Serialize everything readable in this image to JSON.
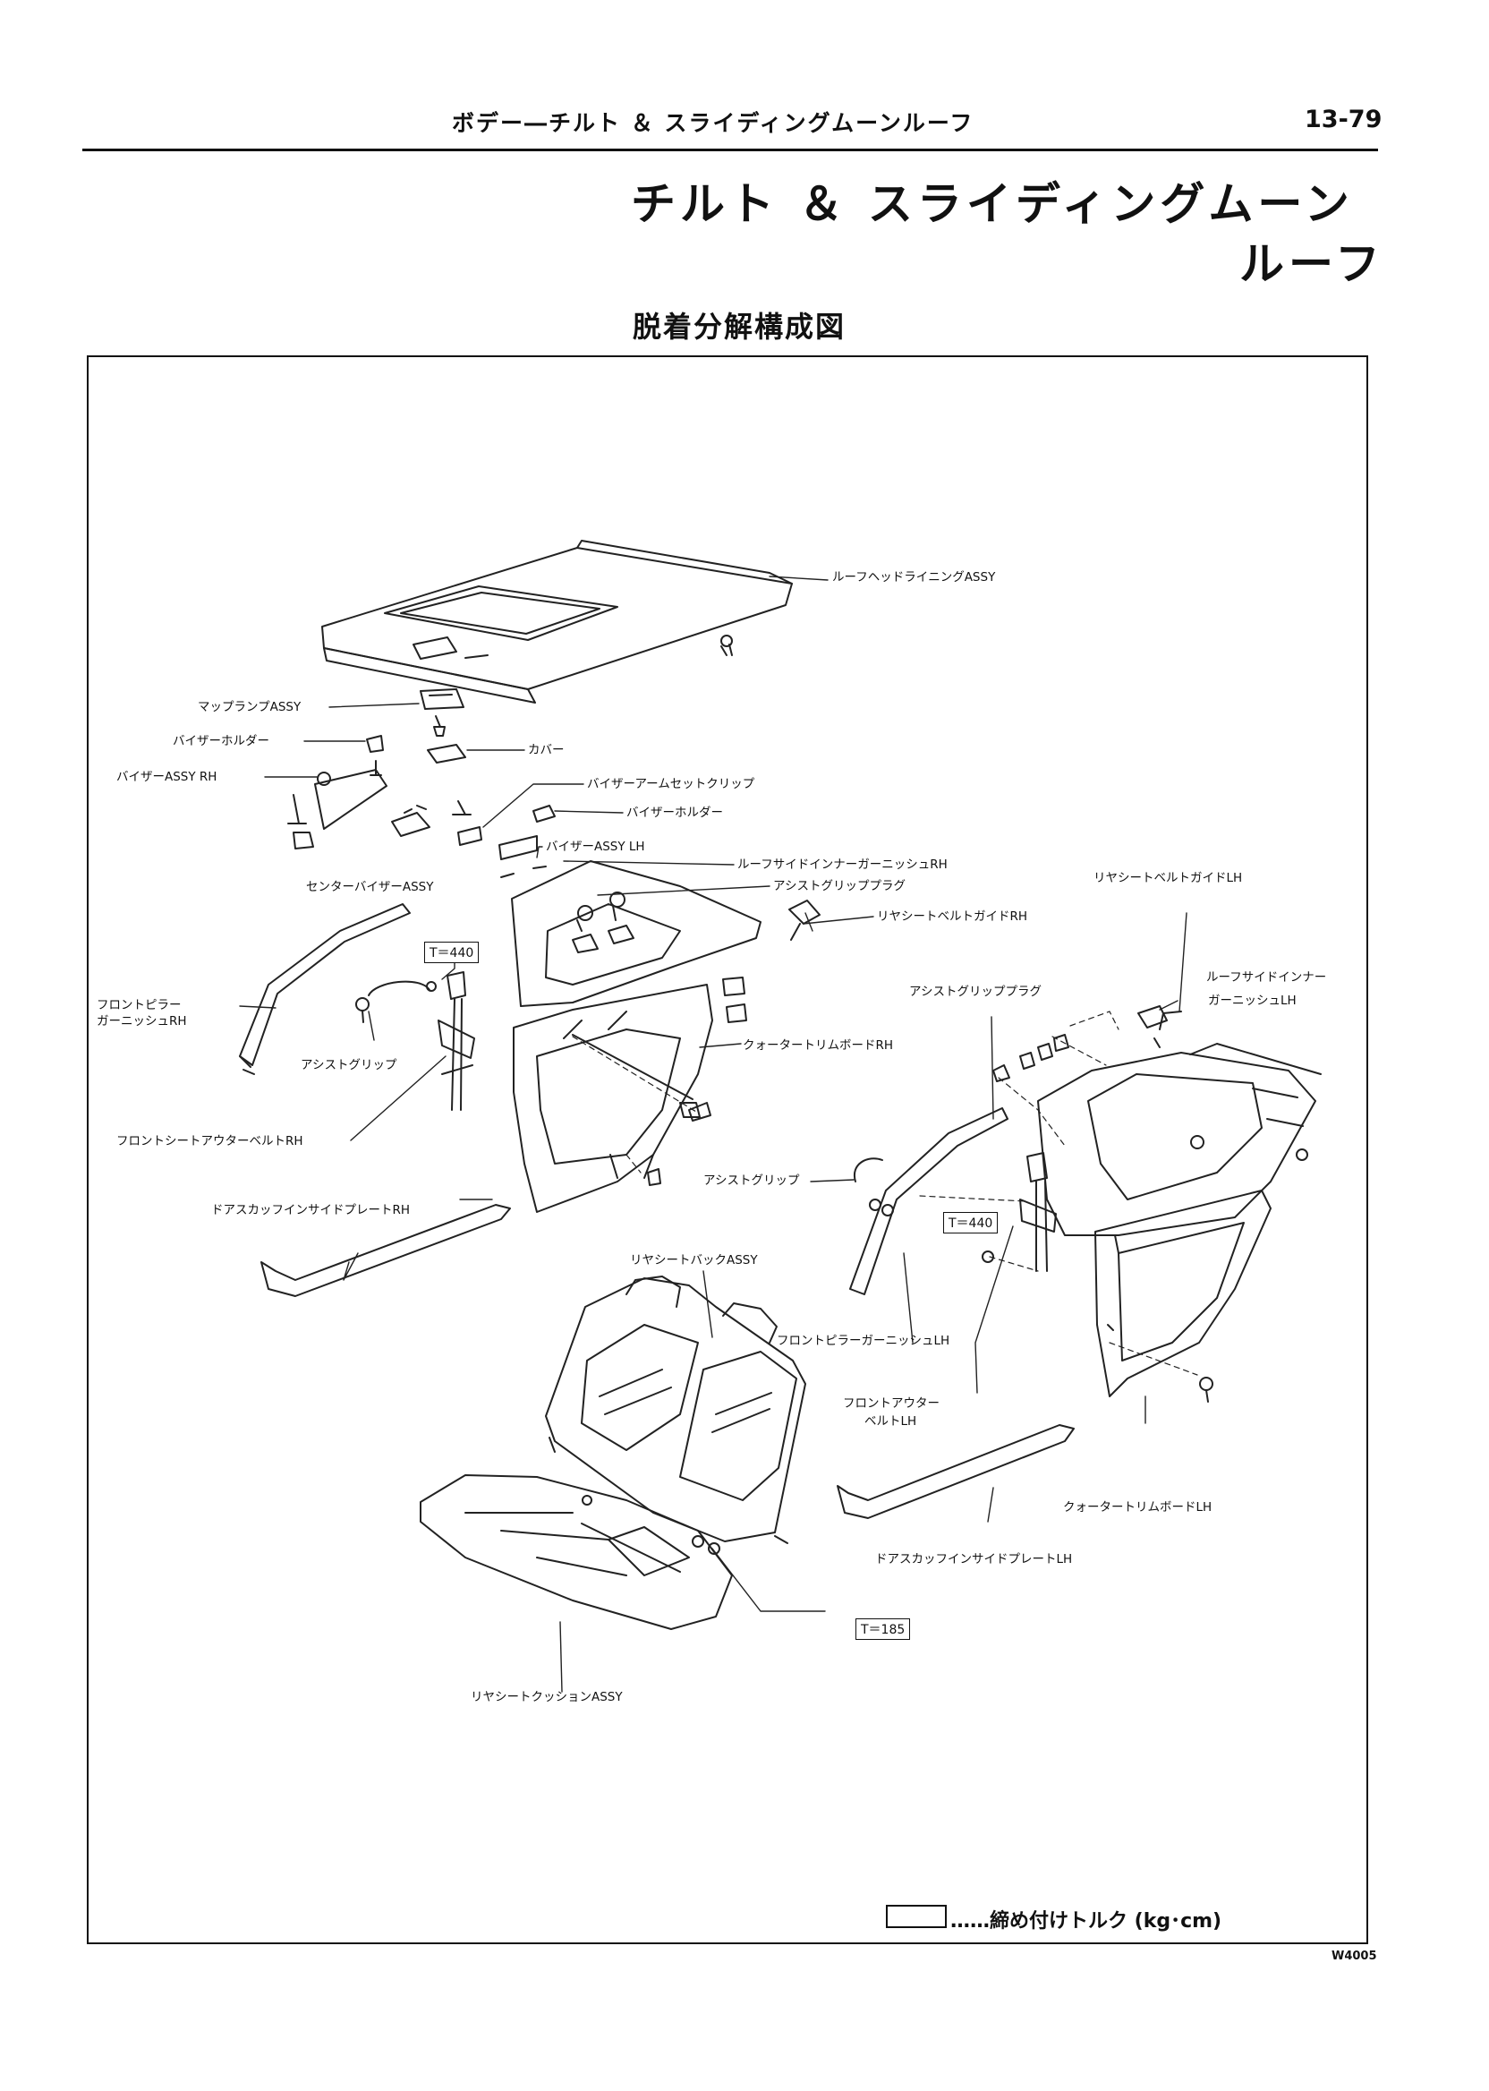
{
  "header": {
    "section": "ボデー―チルト ＆ スライディングムーンルーフ",
    "page_number": "13-79"
  },
  "title": {
    "line1": "チルト ＆ スライディングムーン",
    "line2": "ルーフ"
  },
  "subtitle": "脱着分解構成図",
  "labels": {
    "roof_headlining": "ルーフヘッドライニングASSY",
    "map_lamp": "マップランプASSY",
    "visor_holder_left": "バイザーホルダー",
    "cover": "カバー",
    "visor_rh": "バイザーASSY RH",
    "visor_arm_clip": "バイザーアームセットクリップ",
    "visor_holder_right": "バイザーホルダー",
    "visor_lh": "バイザーASSY LH",
    "roof_side_garnish_rh": "ルーフサイドインナーガーニッシュRH",
    "center_visor": "センターバイザーASSY",
    "assist_grip_plug_1": "アシストグリッププラグ",
    "rear_belt_guide_lh": "リヤシートベルトガイドLH",
    "rear_belt_guide_rh": "リヤシートベルトガイドRH",
    "front_pillar_rh_1": "フロントピラー",
    "front_pillar_rh_2": "ガーニッシュRH",
    "assist_grip_plug_2": "アシストグリッププラグ",
    "roof_side_garnish_lh_1": "ルーフサイドインナー",
    "roof_side_garnish_lh_2": "ガーニッシュLH",
    "assist_grip_left": "アシストグリップ",
    "quarter_trim_rh": "クォータートリムボードRH",
    "front_outer_belt_rh": "フロントシートアウターベルトRH",
    "assist_grip_right": "アシストグリップ",
    "scuff_plate_rh": "ドアスカッフインサイドプレートRH",
    "rear_seat_back": "リヤシートバックASSY",
    "front_pillar_lh": "フロントピラーガーニッシュLH",
    "front_outer_belt_lh_1": "フロントアウター",
    "front_outer_belt_lh_2": "ベルトLH",
    "quarter_trim_lh": "クォータートリムボードLH",
    "scuff_plate_lh": "ドアスカッフインサイドプレートLH",
    "rear_seat_cushion": "リヤシートクッションASSY"
  },
  "torque": {
    "t1": "T＝440",
    "t2": "T＝440",
    "t3": "T＝185"
  },
  "legend": "……締め付けトルク (kg･cm)",
  "figure_code": "W4005"
}
